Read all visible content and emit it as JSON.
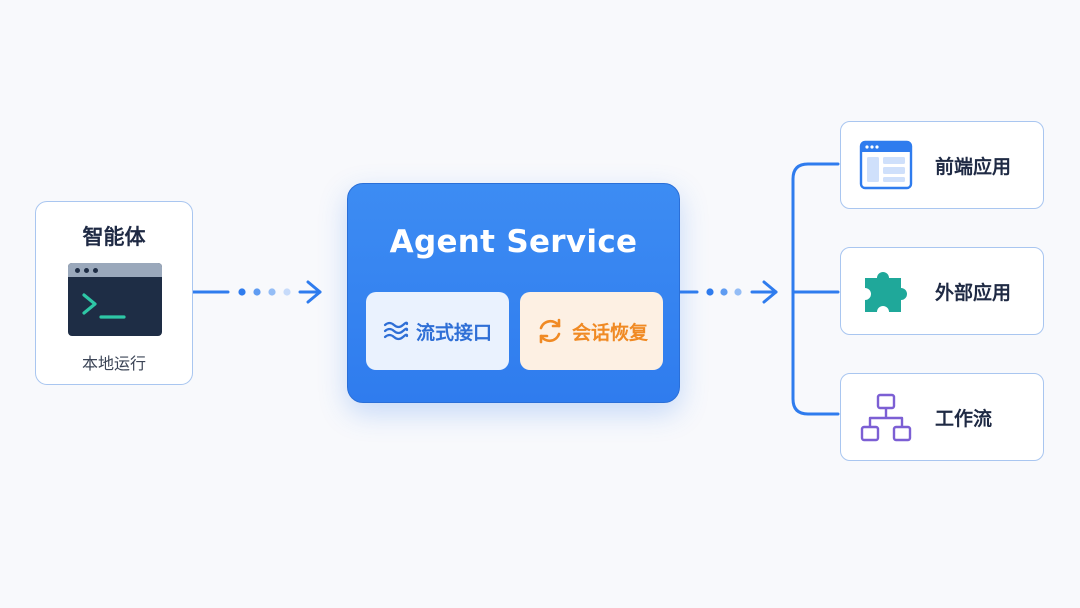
{
  "agent": {
    "title": "智能体",
    "subtitle": "本地运行",
    "icon": "terminal-icon"
  },
  "service": {
    "title": "Agent Service",
    "features": [
      {
        "label": "流式接口",
        "icon": "wave-icon",
        "color": "#2f6fd6"
      },
      {
        "label": "会话恢复",
        "icon": "refresh-icon",
        "color": "#f08a24"
      }
    ]
  },
  "targets": [
    {
      "label": "前端应用",
      "icon": "browser-window-icon"
    },
    {
      "label": "外部应用",
      "icon": "puzzle-piece-icon"
    },
    {
      "label": "工作流",
      "icon": "workflow-icon"
    }
  ],
  "colors": {
    "accent": "#2f7cee",
    "card_border": "#a9c6f0",
    "stream": "#2f6fd6",
    "resume": "#f08a24",
    "puzzle": "#1fa89a",
    "workflow": "#7c5fd4"
  }
}
